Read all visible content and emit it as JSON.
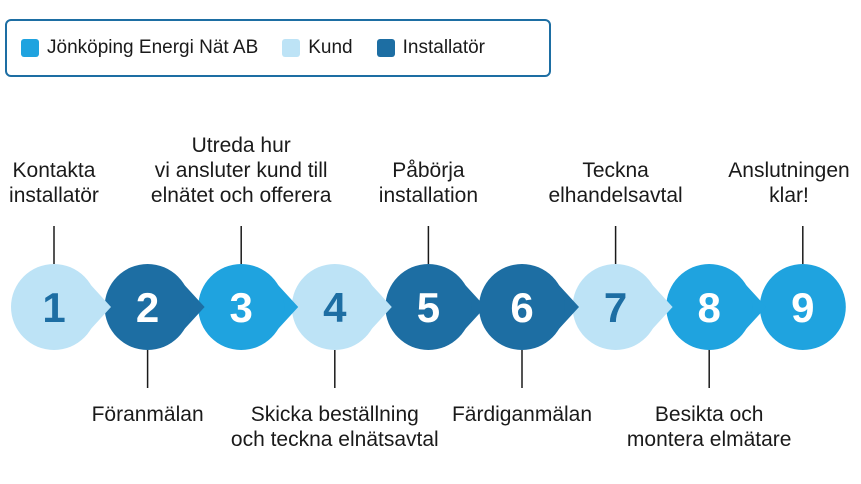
{
  "legend": {
    "items": [
      {
        "label": "Jönköping Energi Nät AB",
        "color": "#1fa3df"
      },
      {
        "label": "Kund",
        "color": "#bde3f6"
      },
      {
        "label": "Installatör",
        "color": "#1d6ea3"
      }
    ]
  },
  "steps": [
    {
      "number": "1",
      "color": "#bde3f6",
      "label_lines": [
        "Kontakta",
        "installatör"
      ],
      "label_side": "top"
    },
    {
      "number": "2",
      "color": "#1d6ea3",
      "label_lines": [
        "Föranmälan"
      ],
      "label_side": "bottom"
    },
    {
      "number": "3",
      "color": "#1fa3df",
      "label_lines": [
        "Utreda hur",
        "vi ansluter kund till",
        "elnätet och offerera"
      ],
      "label_side": "top"
    },
    {
      "number": "4",
      "color": "#bde3f6",
      "label_lines": [
        "Skicka beställning",
        "och teckna elnätsavtal"
      ],
      "label_side": "bottom"
    },
    {
      "number": "5",
      "color": "#1d6ea3",
      "label_lines": [
        "Påbörja",
        "installation"
      ],
      "label_side": "top"
    },
    {
      "number": "6",
      "color": "#1d6ea3",
      "label_lines": [
        "Färdiganmälan"
      ],
      "label_side": "bottom"
    },
    {
      "number": "7",
      "color": "#bde3f6",
      "label_lines": [
        "Teckna",
        "elhandelsavtal"
      ],
      "label_side": "top"
    },
    {
      "number": "8",
      "color": "#1fa3df",
      "label_lines": [
        "Besikta och",
        "montera elmätare"
      ],
      "label_side": "bottom"
    },
    {
      "number": "9",
      "color": "#1fa3df",
      "label_lines": [
        "Anslutningen",
        "klar!"
      ],
      "label_side": "top"
    }
  ],
  "text_colors": {
    "on_light": "#1d6ea3",
    "on_dark": "#ffffff"
  },
  "line_color": "#1a1a1a"
}
